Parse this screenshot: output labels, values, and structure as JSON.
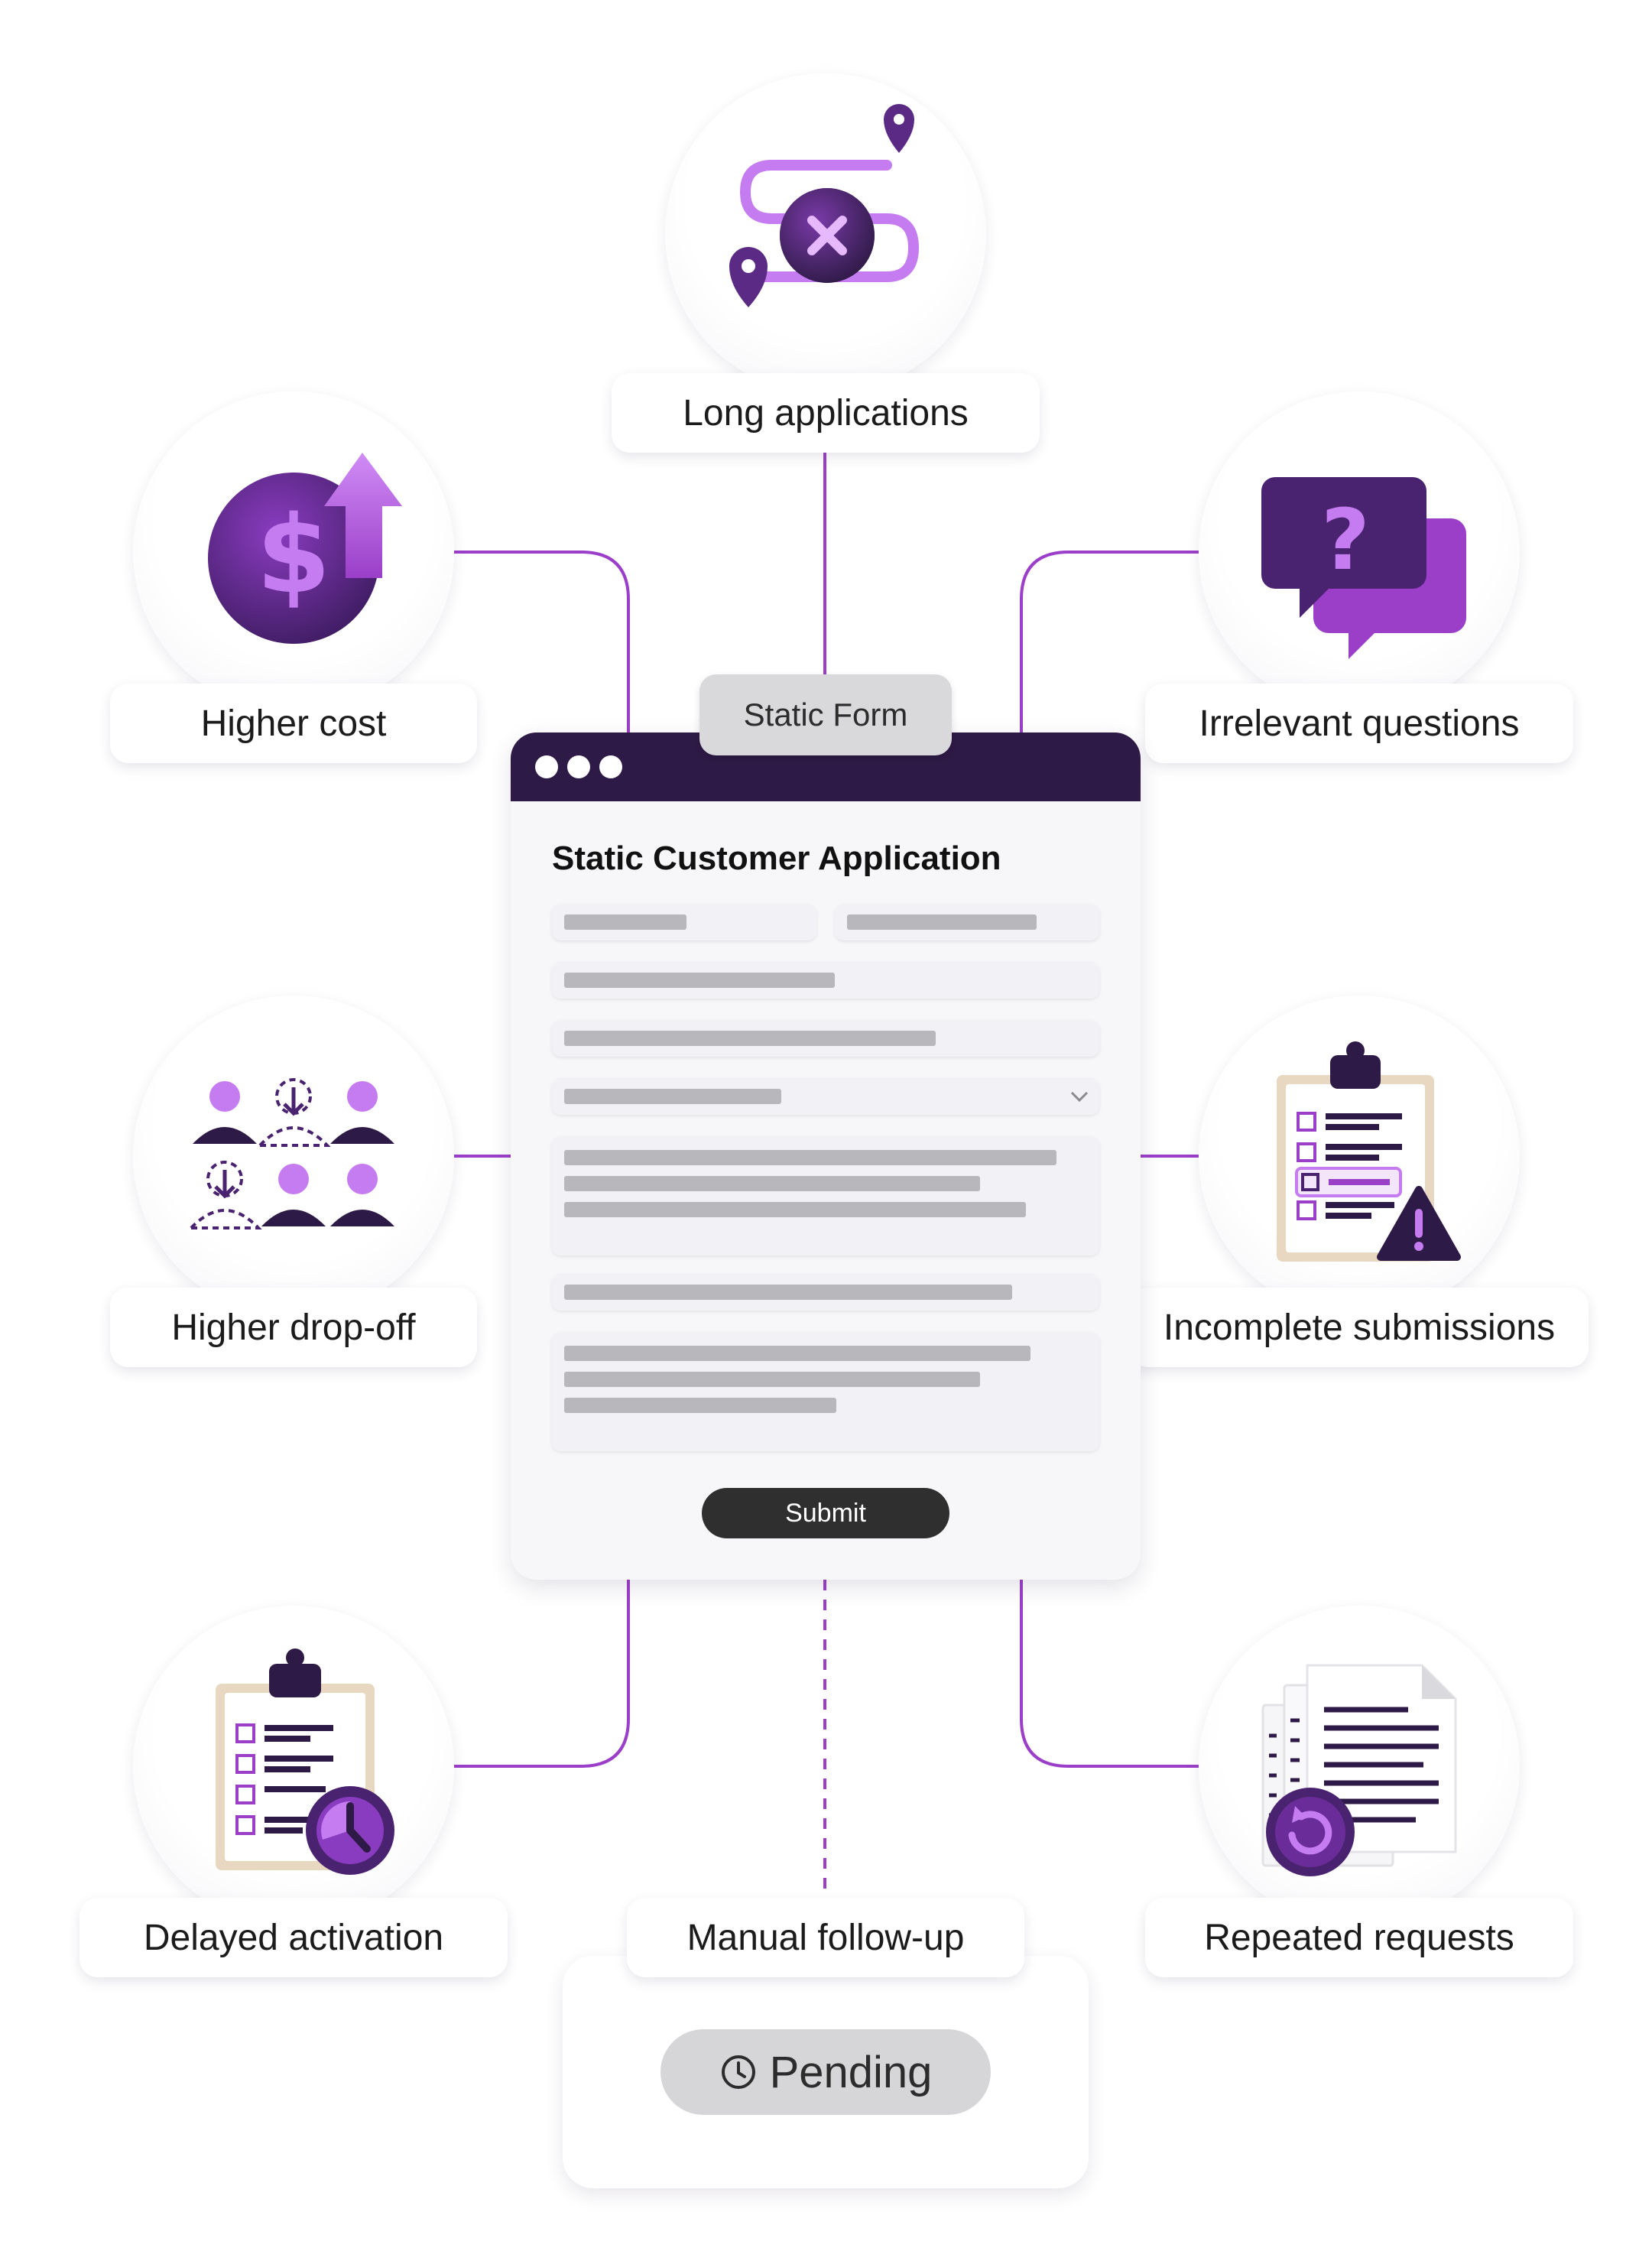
{
  "center": {
    "tag": "Static Form",
    "form_title": "Static Customer Application",
    "submit_label": "Submit"
  },
  "labels": {
    "long_applications": "Long applications",
    "higher_cost": "Higher cost",
    "irrelevant_questions": "Irrelevant questions",
    "higher_dropoff": "Higher drop-off",
    "incomplete_submissions": "Incomplete submissions",
    "delayed_activation": "Delayed activation",
    "manual_followup": "Manual follow-up",
    "repeated_requests": "Repeated requests"
  },
  "pending": {
    "label": "Pending",
    "icon": "clock-icon"
  },
  "colors": {
    "accent": "#9b3fc9",
    "accent_light": "#c57cf0",
    "dark": "#2e1a46",
    "line": "#9b3fc9"
  }
}
